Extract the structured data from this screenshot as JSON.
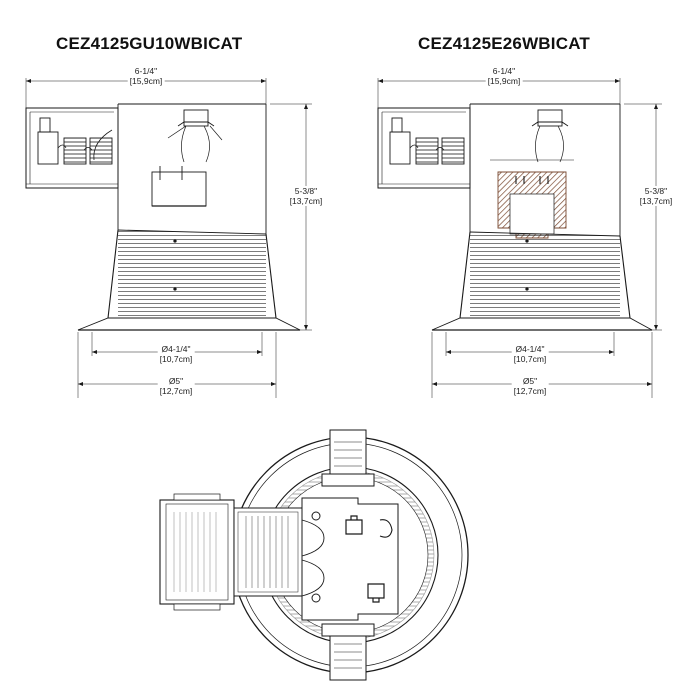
{
  "models": [
    {
      "title": "CEZ4125GU10WBICAT",
      "dims": {
        "overall_width": {
          "imperial": "6-1/4\"",
          "metric": "[15,9cm]"
        },
        "height": {
          "imperial": "5-3/8\"",
          "metric": "[13,7cm]"
        },
        "aperture": {
          "imperial": "Ø4-1/4\"",
          "metric": "[10,7cm]"
        },
        "trim": {
          "imperial": "Ø5\"",
          "metric": "[12,7cm]"
        }
      }
    },
    {
      "title": "CEZ4125E26WBICAT",
      "dims": {
        "overall_width": {
          "imperial": "6-1/4\"",
          "metric": "[15,9cm]"
        },
        "height": {
          "imperial": "5-3/8\"",
          "metric": "[13,7cm]"
        },
        "aperture": {
          "imperial": "Ø4-1/4\"",
          "metric": "[10,7cm]"
        },
        "trim": {
          "imperial": "Ø5\"",
          "metric": "[12,7cm]"
        }
      }
    }
  ],
  "colors": {
    "line": "#1a1a1a",
    "hatch": "#7a4a32"
  }
}
